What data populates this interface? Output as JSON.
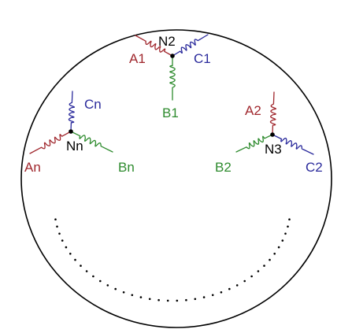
{
  "colors": {
    "phase_a": "#a0272d",
    "phase_b": "#2e8b2e",
    "phase_c": "#2b2b9c",
    "outline": "#000000"
  },
  "stars": [
    {
      "node": "N2",
      "a": "A1",
      "b": "B1",
      "c": "C1"
    },
    {
      "node": "Nn",
      "a": "An",
      "b": "Bn",
      "c": "Cn"
    },
    {
      "node": "N3",
      "a": "A2",
      "b": "B2",
      "c": "C2"
    }
  ]
}
